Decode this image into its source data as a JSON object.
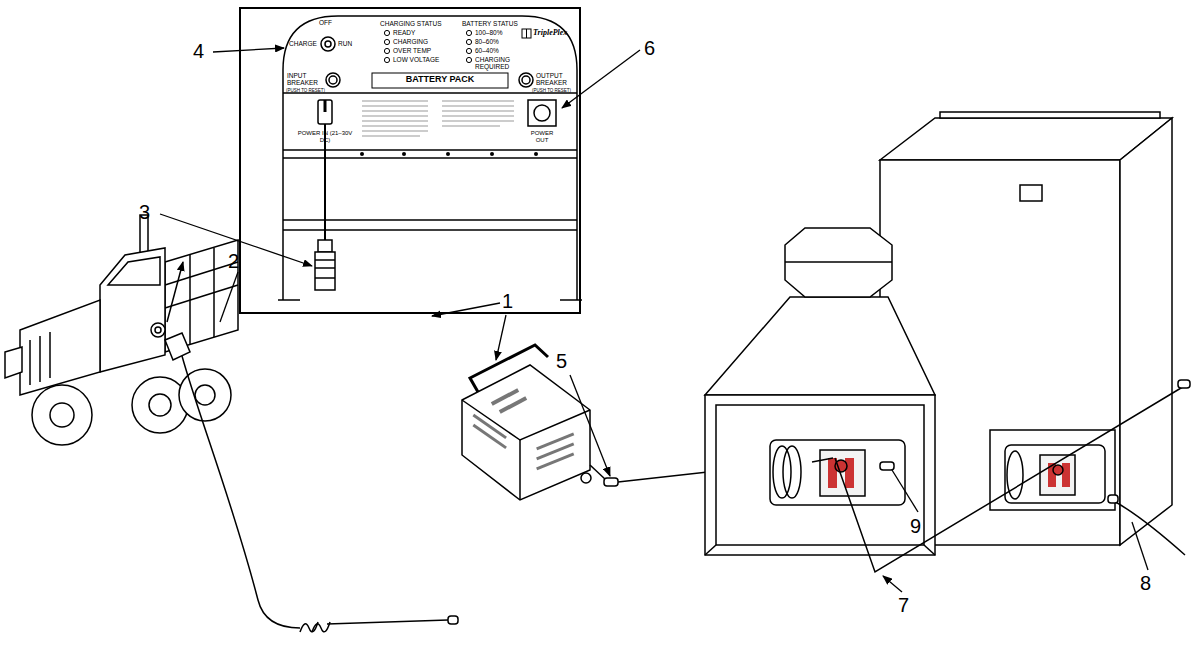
{
  "diagram": {
    "labels": [
      "4",
      "6",
      "3",
      "1",
      "2",
      "5",
      "7",
      "8",
      "9",
      "OFF",
      "CHARGE",
      "RUN",
      "INPUT BREAKER",
      "(PUSH TO RESET)",
      "CHARGING STATUS",
      "READY",
      "CHARGING",
      "OVER TEMP",
      "LOW VOLTAGE",
      "BATTERY STATUS",
      "100–80%",
      "80–60%",
      "60–40%",
      "CHARGING REQUIRED",
      "TriplePlex",
      "BATTERY PACK",
      "OUTPUT BREAKER",
      "(PUSH TO RESET)",
      "POWER IN (21–30V DC)",
      "POWER OUT"
    ]
  }
}
